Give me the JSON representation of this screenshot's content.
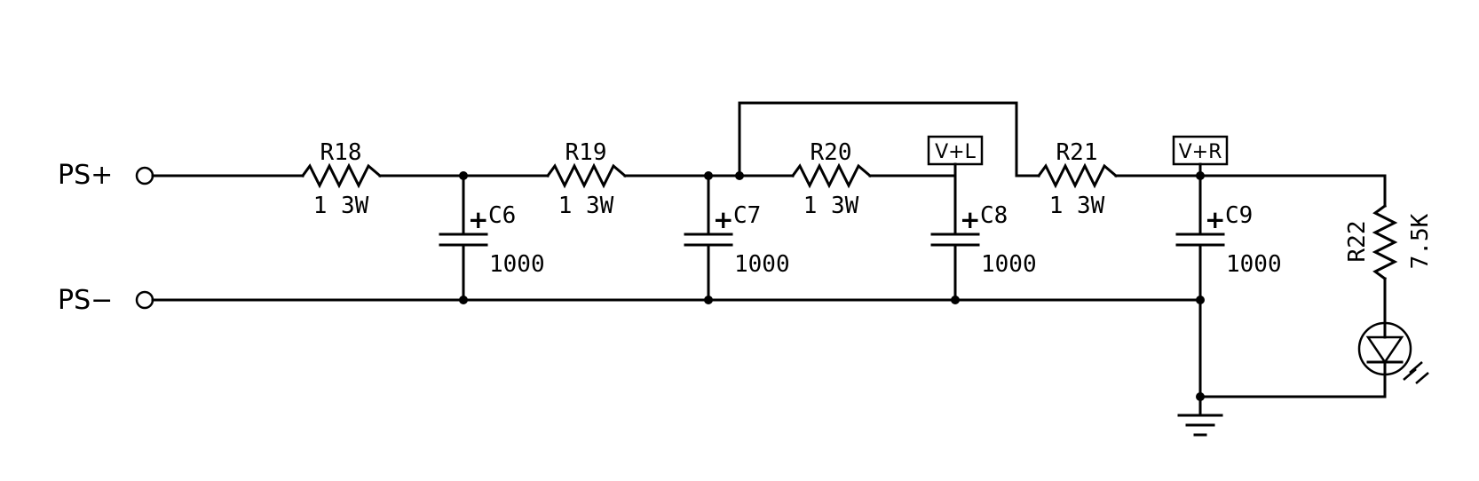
{
  "terminals": {
    "positive": "PS+",
    "negative": "PS−"
  },
  "nets": {
    "left": "V+L",
    "right": "V+R"
  },
  "resistors": [
    {
      "ref": "R18",
      "value": "1 3W"
    },
    {
      "ref": "R19",
      "value": "1 3W"
    },
    {
      "ref": "R20",
      "value": "1 3W"
    },
    {
      "ref": "R21",
      "value": "1 3W"
    },
    {
      "ref": "R22",
      "value": "7.5K"
    }
  ],
  "capacitors": [
    {
      "ref": "C6",
      "value": "1000",
      "polarity": "+"
    },
    {
      "ref": "C7",
      "value": "1000",
      "polarity": "+"
    },
    {
      "ref": "C8",
      "value": "1000",
      "polarity": "+"
    },
    {
      "ref": "C9",
      "value": "1000",
      "polarity": "+"
    }
  ],
  "led_icon": "led-icon",
  "ground_icon": "ground-icon"
}
